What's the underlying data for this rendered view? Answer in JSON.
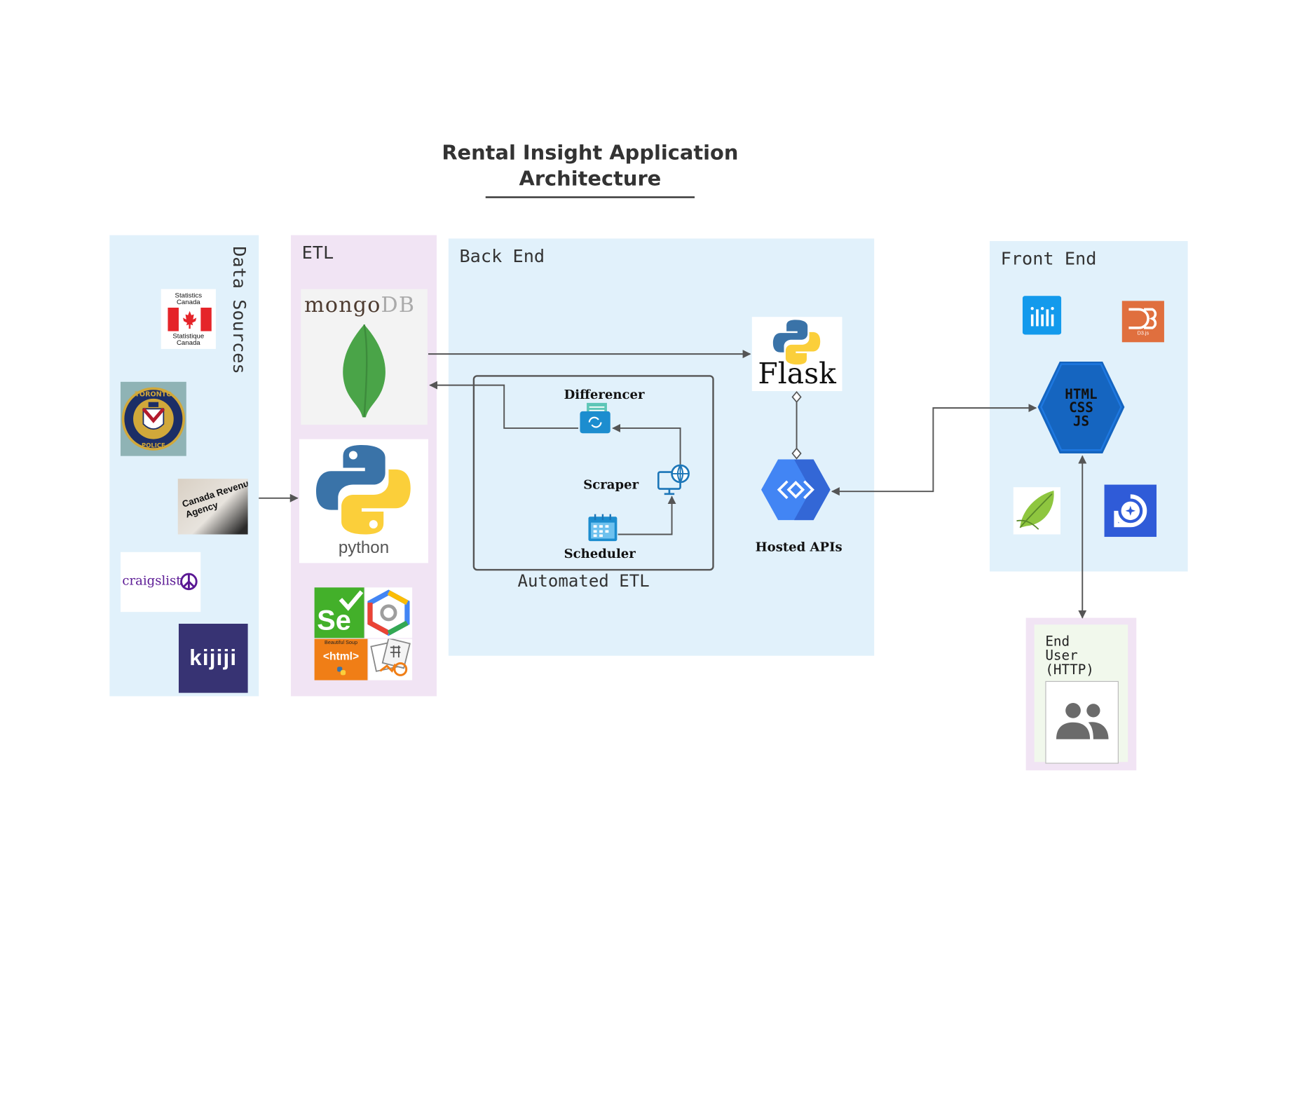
{
  "title": {
    "line1": "Rental Insight Application",
    "line2": "Architecture"
  },
  "panels": {
    "data_sources": "Data Sources",
    "etl": "ETL",
    "back_end": "Back End",
    "front_end": "Front End",
    "automated_etl": "Automated ETL",
    "end_user": [
      "End",
      "User",
      "(HTTP)"
    ]
  },
  "data_sources": {
    "statcan": {
      "top": "Statistics",
      "top2": "Canada",
      "bottom": "Statistique",
      "bottom2": "Canada"
    },
    "toronto_police": {
      "top": "TORONTO",
      "bottom": "POLICE"
    },
    "cra": {
      "line1": "Canada Revenue",
      "line2": "Agency"
    },
    "craigslist": "craigslist",
    "kijiji": "kijiji"
  },
  "etl": {
    "mongodb": {
      "mongo": "mongo",
      "db": "DB"
    },
    "python": "python",
    "selenium": "Se",
    "beautifulsoup": {
      "top": "Beautiful Soup",
      "tag": "<html>"
    }
  },
  "back_end": {
    "flask": "Flask",
    "differencer": "Differencer",
    "scraper": "Scraper",
    "scheduler": "Scheduler",
    "hosted_apis": "Hosted APIs"
  },
  "front_end": {
    "hexagon": [
      "HTML",
      "CSS",
      "JS"
    ],
    "d3_caption": "D3.js"
  },
  "colors": {
    "panel_blue": "#e1f1fb",
    "panel_pink": "#f1e4f4",
    "arrow": "#555555",
    "hex_blue": "#1565c0",
    "gcp_blue": "#4285f4"
  },
  "icons": [
    "canada-flag-icon",
    "toronto-police-crest-icon",
    "peace-sign-icon",
    "mongodb-leaf-icon",
    "python-logo-icon",
    "selenium-logo-icon",
    "gcp-hexagon-icon",
    "differencer-icon",
    "scraper-globe-monitor-icon",
    "scheduler-calendar-icon",
    "api-gateway-icon",
    "plotly-bars-icon",
    "d3-logo-icon",
    "leaflet-icon",
    "compass-logo-icon",
    "users-icon"
  ]
}
